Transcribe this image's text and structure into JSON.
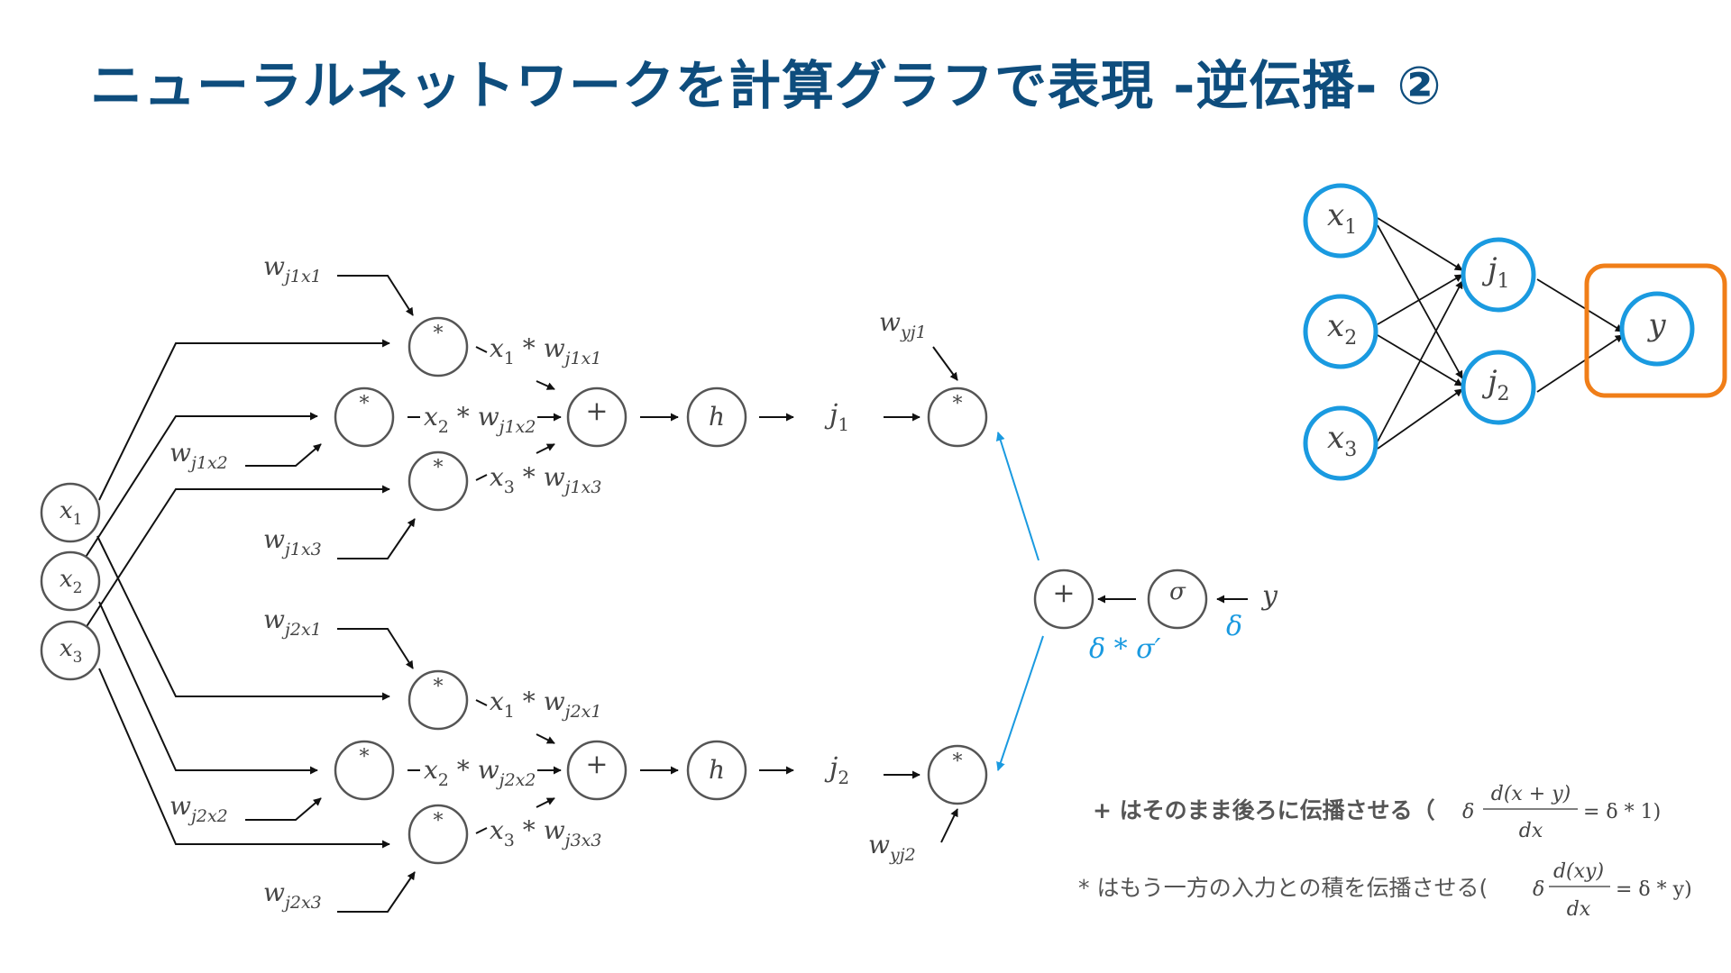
{
  "title": "ニューラルネットワークを計算グラフで表現 -逆伝播- ②",
  "colors": {
    "title": "#0e4d7d",
    "backprop": "#1a9ae0",
    "highlight": "#f07e18",
    "node": "#555555",
    "arrow": "#111111"
  },
  "inputs": [
    {
      "base": "x",
      "sub": "1"
    },
    {
      "base": "x",
      "sub": "2"
    },
    {
      "base": "x",
      "sub": "3"
    }
  ],
  "mul_symbol": "*",
  "add_symbol": "+",
  "activation_symbol": "h",
  "sigma_symbol": "σ",
  "units": {
    "j1": {
      "weights": [
        {
          "base": "w",
          "sub": "j1x1"
        },
        {
          "base": "w",
          "sub": "j1x2"
        },
        {
          "base": "w",
          "sub": "j1x3"
        }
      ],
      "products": [
        {
          "a": "x",
          "as": "1",
          "op": "*",
          "b": "w",
          "bs": "j1x1"
        },
        {
          "a": "x",
          "as": "2",
          "op": "*",
          "b": "w",
          "bs": "j1x2"
        },
        {
          "a": "x",
          "as": "3",
          "op": "*",
          "b": "w",
          "bs": "j1x3"
        }
      ],
      "output": {
        "base": "j",
        "sub": "1"
      },
      "out_weight": {
        "base": "w",
        "sub": "yj1"
      }
    },
    "j2": {
      "weights": [
        {
          "base": "w",
          "sub": "j2x1"
        },
        {
          "base": "w",
          "sub": "j2x2"
        },
        {
          "base": "w",
          "sub": "j2x3"
        }
      ],
      "products": [
        {
          "a": "x",
          "as": "1",
          "op": "*",
          "b": "w",
          "bs": "j2x1"
        },
        {
          "a": "x",
          "as": "2",
          "op": "*",
          "b": "w",
          "bs": "j2x2"
        },
        {
          "a": "x",
          "as": "3",
          "op": "*",
          "b": "w",
          "bs": "j3x3"
        }
      ],
      "output": {
        "base": "j",
        "sub": "2"
      },
      "out_weight": {
        "base": "w",
        "sub": "yj2"
      }
    }
  },
  "target": "y",
  "delta": "δ",
  "delta_sigma": "δ * σ′",
  "mini_network": {
    "inputs": [
      {
        "base": "x",
        "sub": "1"
      },
      {
        "base": "x",
        "sub": "2"
      },
      {
        "base": "x",
        "sub": "3"
      }
    ],
    "hidden": [
      {
        "base": "j",
        "sub": "1"
      },
      {
        "base": "j",
        "sub": "2"
      }
    ],
    "output": "y"
  },
  "notes": {
    "add": {
      "text": "+ はそのまま後ろに伝播させる（",
      "delta": "δ",
      "numerator": "d(x + y)",
      "denominator": "dx",
      "result": "= δ * 1)"
    },
    "mul": {
      "text": "* はもう一方の入力との積を伝播させる(",
      "delta": "δ",
      "numerator": "d(xy)",
      "denominator": "dx",
      "result": "= δ * y)"
    }
  }
}
